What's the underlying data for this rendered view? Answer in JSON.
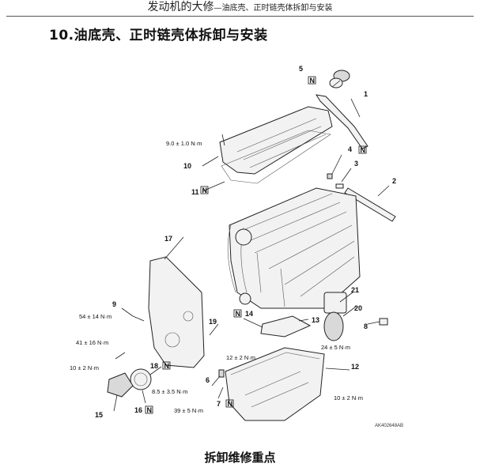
{
  "header": {
    "main": "发动机的大修",
    "sub": "—油底壳、正时链壳体拆卸与安装"
  },
  "section_title": "10.油底壳、正时链壳体拆卸与安装",
  "figure": {
    "callouts": [
      "1",
      "2",
      "3",
      "4",
      "5",
      "6",
      "7",
      "8",
      "9",
      "10",
      "11",
      "12",
      "13",
      "14",
      "15",
      "16",
      "17",
      "18",
      "19",
      "20",
      "21"
    ],
    "torques": [
      "9.0 ± 1.0 N·m",
      "54 ± 14 N·m",
      "41 ± 16 N·m",
      "10 ± 2 N·m",
      "8.5 ± 3.5 N·m",
      "39 ± 5 N·m",
      "12 ± 2 N·m",
      "24 ± 5 N·m",
      "10 ± 2 N·m"
    ],
    "new_part_mark": "N",
    "reference_code": "AK402648AB"
  },
  "footer_title": "拆卸维修重点"
}
